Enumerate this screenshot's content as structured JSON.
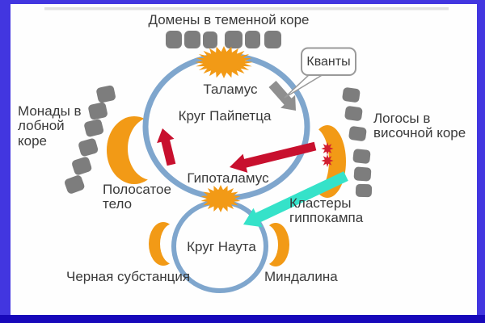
{
  "diagram": {
    "labels": {
      "parietal": "Домены в теменной коре",
      "frontal": "Монады в\nлобной\nкоре",
      "temporal": "Логосы в\nвисочной коре",
      "thalamus": "Таламус",
      "papez_circle": "Круг Пайпетца",
      "hypothalamus": "Гипоталамус",
      "striatum": "Полосатое\nтело",
      "hippocampus_clusters": "Кластеры\nгиппокампа",
      "nauta_circle": "Круг Наута",
      "substantia_nigra": "Черная субстанция",
      "amygdala": "Миндалина"
    },
    "callout": {
      "label": "Кванты"
    },
    "colors": {
      "orange": "#F29A16",
      "circle_stroke_blue": "#7FA6CD",
      "arrow_red": "#C8102E",
      "arrow_cyan": "#35E2C9",
      "arrow_gray": "#8F8F8F",
      "cortex_block_gray": "#7D7D7D",
      "text": "#3A3A3A",
      "frame_indigo": "#4236E0",
      "frame_bottom_blue": "#1708BA",
      "background": "#FEFEFE"
    },
    "shape_counts": {
      "parietal_blocks": 6,
      "frontal_blocks": 6,
      "temporal_blocks": 6
    }
  }
}
